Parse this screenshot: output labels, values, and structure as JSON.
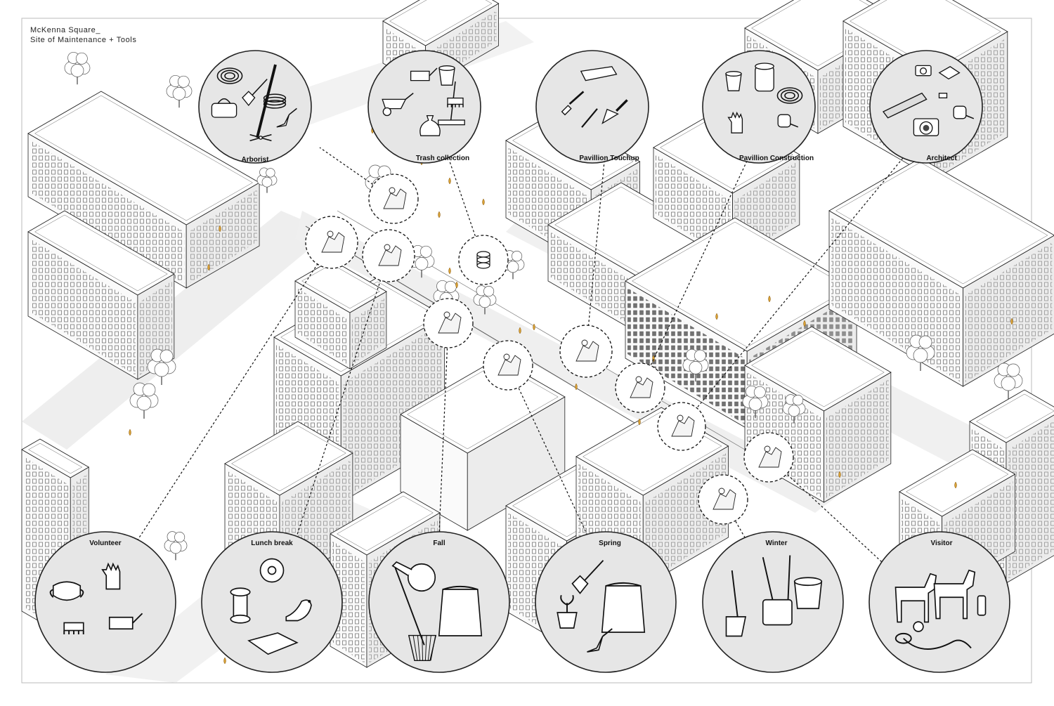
{
  "title": {
    "line1": "McKenna Square_",
    "line2": "Site of Maintenance + Tools"
  },
  "colors": {
    "background": "#ffffff",
    "circle_fill": "#e6e6e6",
    "line": "#222222",
    "building_fill": "#f4f4f4",
    "ground_shade": "#e3e3e3",
    "marker": "#d8a033"
  },
  "vignettes_top": [
    {
      "label": "Arborist",
      "icons": [
        "hose-icon",
        "shovel-icon",
        "tool-bag-icon",
        "rope-icon",
        "trowel-icon",
        "pruning-shears-icon",
        "pole-saw-icon"
      ]
    },
    {
      "label": "Trash collection",
      "icons": [
        "wheelbarrow-icon",
        "dustpan-icon",
        "bucket-icon",
        "trash-bag-icon",
        "push-broom-icon",
        "brush-icon"
      ]
    },
    {
      "label": "Pavillion Touchup",
      "icons": [
        "paint-tray-icon",
        "paint-brush-icon",
        "pen-icon",
        "scraper-icon"
      ]
    },
    {
      "label": "Pavillion Construction",
      "icons": [
        "bucket-icon",
        "shop-vac-icon",
        "hose-icon",
        "gloves-icon",
        "tape-measure-icon"
      ]
    },
    {
      "label": "Architect",
      "icons": [
        "camera-icon",
        "notebook-icon",
        "drawing-roll-icon",
        "eraser-icon",
        "dslr-camera-icon",
        "tape-measure-icon"
      ]
    }
  ],
  "vignettes_bottom": [
    {
      "label": "Volunteer",
      "icons": [
        "face-mask-icon",
        "gloves-icon",
        "dustpan-icon",
        "brush-icon"
      ]
    },
    {
      "label": "Lunch break",
      "icons": [
        "donut-icon",
        "bird-feeder-icon",
        "pigeon-icon",
        "food-bag-icon"
      ]
    },
    {
      "label": "Fall",
      "icons": [
        "leaf-blower-icon",
        "rake-icon",
        "seed-bag-icon"
      ]
    },
    {
      "label": "Spring",
      "icons": [
        "shovel-icon",
        "potted-plant-icon",
        "soil-bag-icon",
        "trowel-icon"
      ]
    },
    {
      "label": "Winter",
      "icons": [
        "snow-shovel-icon",
        "snow-blower-icon",
        "salt-bucket-icon"
      ]
    },
    {
      "label": "Visitor",
      "icons": [
        "dog-icon",
        "dog-icon",
        "leash-icon",
        "ball-icon",
        "water-bottle-icon"
      ]
    }
  ],
  "site_markers": [
    "tree-icon",
    "people-icon",
    "person-icon",
    "barrel-icon",
    "worker-icon",
    "planters-icon",
    "pavilion-icon",
    "frame-icon",
    "stairs-icon",
    "dogs-icon",
    "shovel-icon"
  ]
}
